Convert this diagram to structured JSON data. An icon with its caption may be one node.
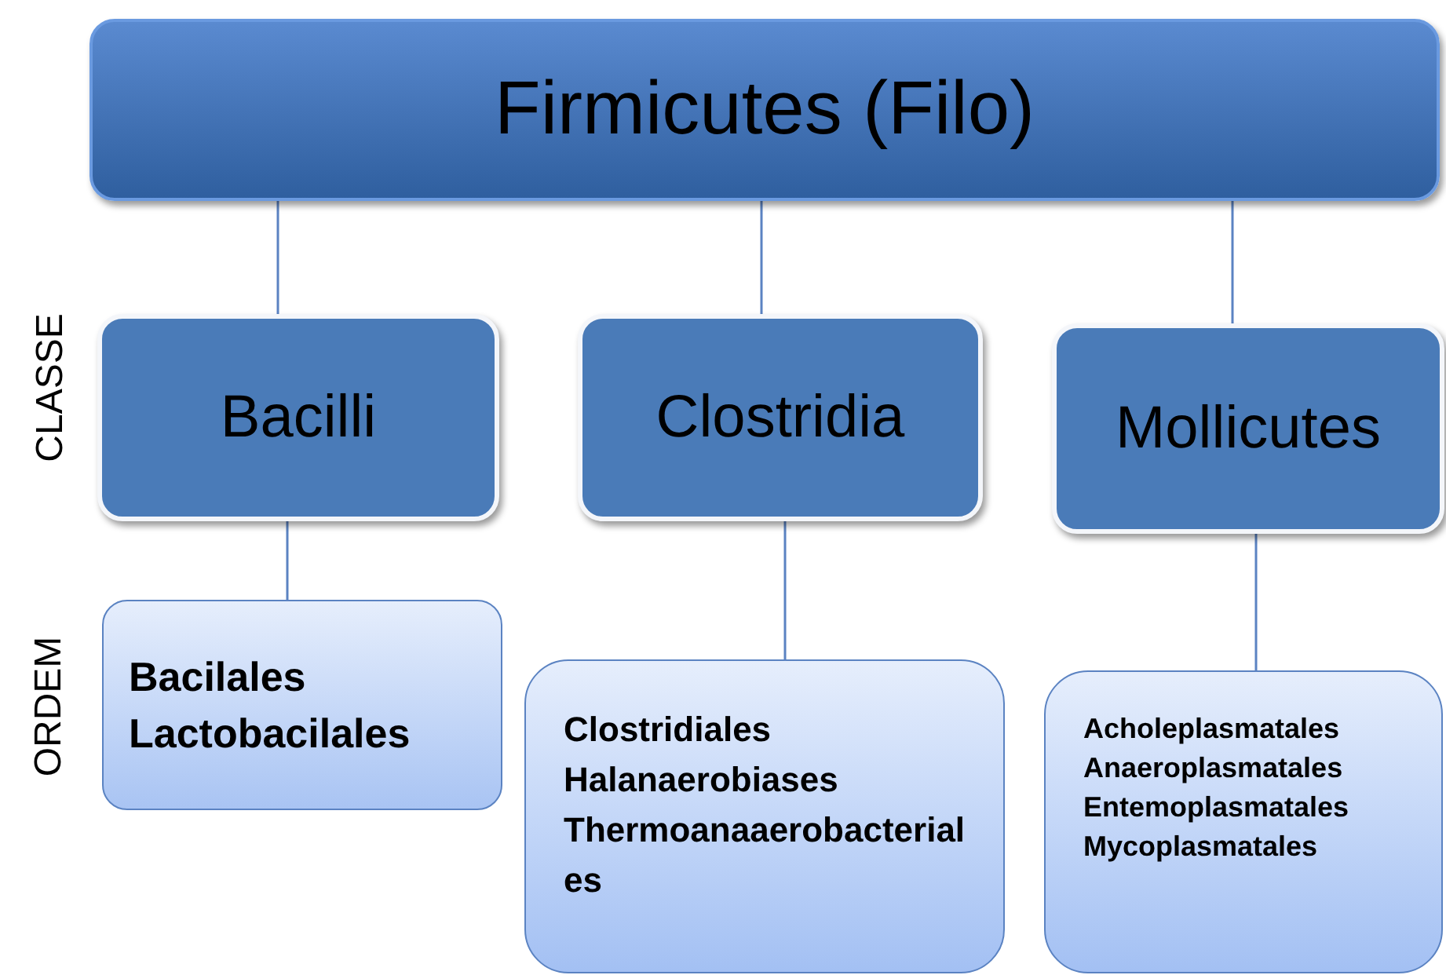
{
  "diagram": {
    "nodes": [
      {
        "text": [
          "Firmicutes (Filo)"
        ]
      },
      {
        "text": [
          "Bacilli"
        ]
      },
      {
        "text": [
          "Clostridia"
        ]
      },
      {
        "text": [
          "Mollicutes"
        ]
      },
      {
        "text": [
          "Bacilales",
          "Lactobacilales"
        ]
      },
      {
        "text": [
          "Clostridiales",
          "Halanaerobiases",
          "Thermoanaaerobacteriales"
        ]
      },
      {
        "text": [
          "Acholeplasmatales",
          "Anaeroplasmatales",
          "Entemoplasmatales",
          "Mycoplasmatales"
        ]
      }
    ],
    "edges": [
      {
        "from": 0,
        "to": 1,
        "arrow": "none"
      },
      {
        "from": 0,
        "to": 2,
        "arrow": "none"
      },
      {
        "from": 0,
        "to": 3,
        "arrow": "none"
      },
      {
        "from": 1,
        "to": 4,
        "arrow": "none"
      },
      {
        "from": 2,
        "to": 5,
        "arrow": "none"
      },
      {
        "from": 3,
        "to": 6,
        "arrow": "none"
      }
    ],
    "labels": [
      "CLASSE",
      "ORDEM"
    ]
  }
}
